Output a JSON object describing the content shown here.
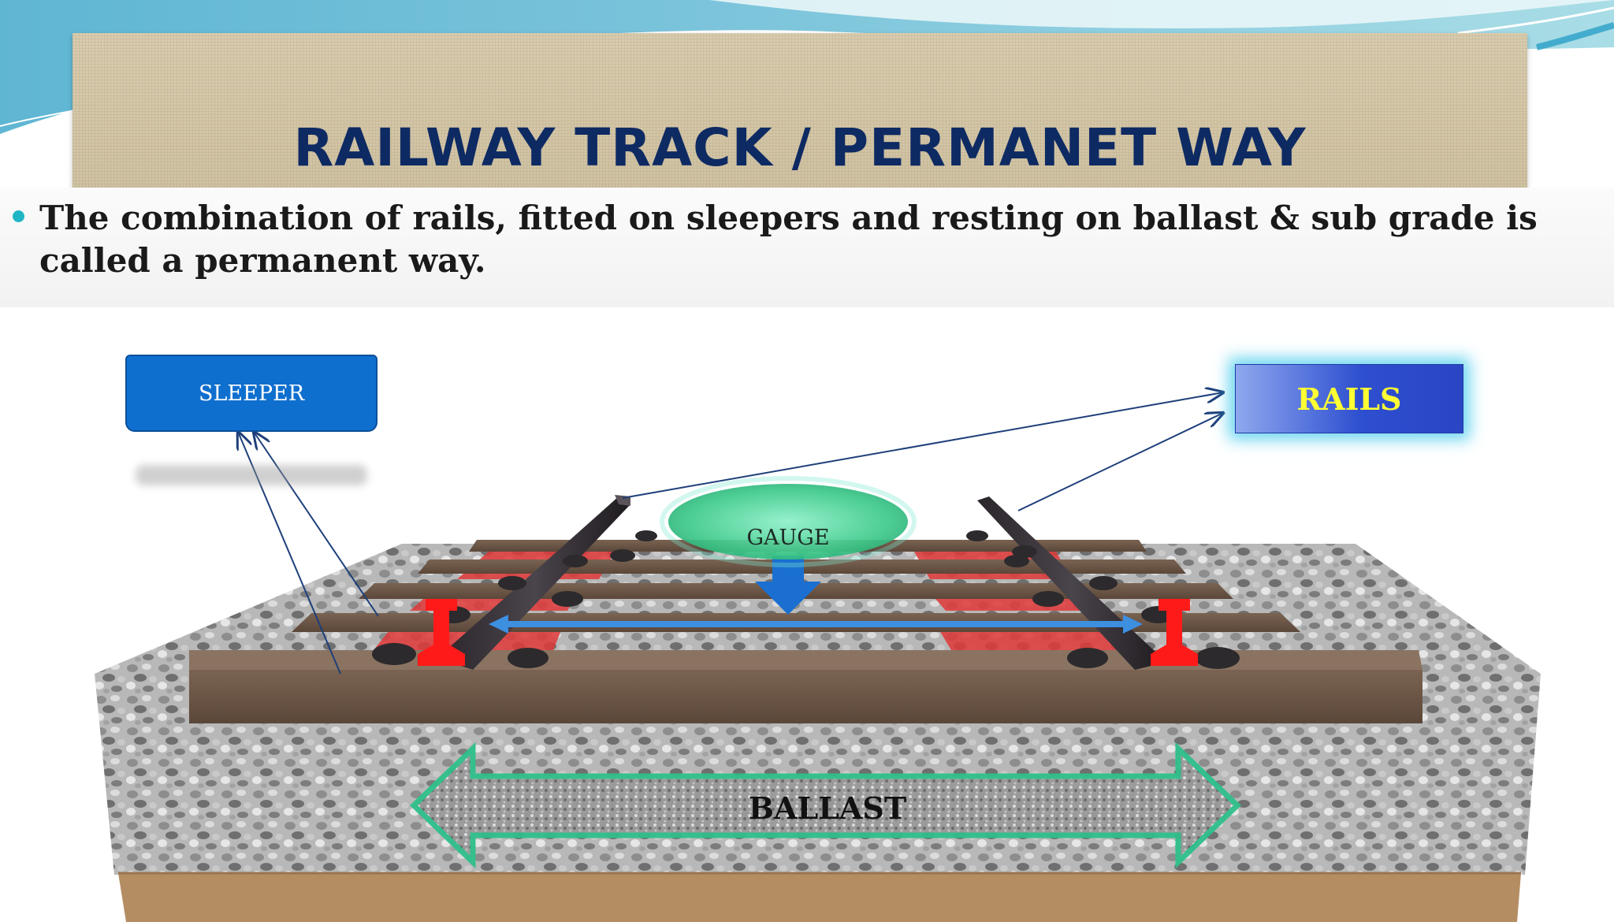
{
  "slide": {
    "title": "RAILWAY TRACK / PERMANET WAY",
    "bullet": "The combination of rails, fitted on sleepers and resting on ballast & sub grade is called a permanent way."
  },
  "diagram": {
    "labels": {
      "sleeper": "SLEEPER",
      "rails": "RAILS",
      "gauge": "GAUGE",
      "ballast": "BALLAST"
    }
  },
  "colors": {
    "title_text": "#0e2a63",
    "sleeper_box": "#0f6fcf",
    "rails_text": "#ffff33",
    "rails_glow": "#3cc8eb",
    "gauge_fill": "#3cc98a",
    "rail_head": "#ff1a1a",
    "sleeper_wood": "#6b5646",
    "ballast_arrow_outline": "#2fc08a",
    "gauge_arrow": "#2d8de0"
  }
}
